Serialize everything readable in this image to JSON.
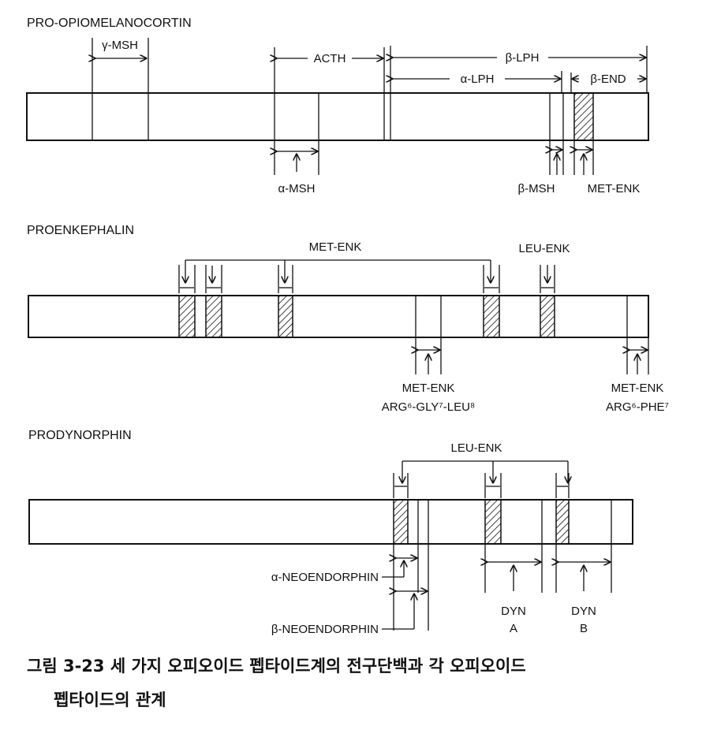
{
  "pomc": {
    "title": "PRO-OPIOMELANOCORTIN",
    "labels": {
      "gamma_msh": "γ-MSH",
      "acth": "ACTH",
      "beta_lph": "β-LPH",
      "alpha_lph": "α-LPH",
      "beta_end": "β-END",
      "alpha_msh": "α-MSH",
      "beta_msh": "β-MSH",
      "met_enk": "MET-ENK"
    }
  },
  "proenkephalin": {
    "title": "PROENKEPHALIN",
    "labels": {
      "met_enk": "MET-ENK",
      "leu_enk": "LEU-ENK",
      "met_enk_octa": "MET-ENK",
      "octa_suffix": "ARG⁶-GLY⁷-LEU⁸",
      "met_enk_hepta": "MET-ENK",
      "hepta_suffix": "ARG⁶-PHE⁷"
    }
  },
  "prodynorphin": {
    "title": "PRODYNORPHIN",
    "labels": {
      "leu_enk": "LEU-ENK",
      "alpha_neo": "α-NEOENDORPHIN",
      "beta_neo": "β-NEOENDORPHIN",
      "dyn": "DYN",
      "dyn_a": "A",
      "dyn_b": "B"
    }
  },
  "caption": {
    "line1": "그림 3-23 세 가지 오피오이드 펩타이드계의 전구단백과 각 오피오이드",
    "line2": "펩타이드의 관계"
  }
}
